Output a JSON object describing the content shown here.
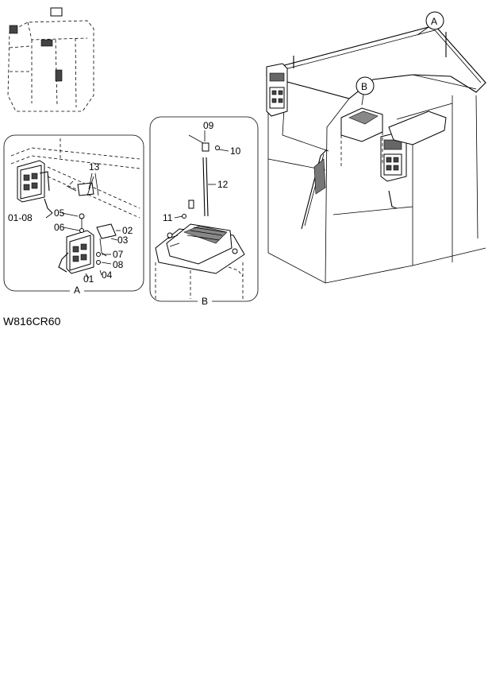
{
  "drawing_code": "W816CR60",
  "callouts": {
    "a": "A",
    "b": "B"
  },
  "panel_a": {
    "title": "A",
    "parts": [
      "13",
      "01-08",
      "05",
      "06",
      "02",
      "03",
      "07",
      "08",
      "04",
      "01"
    ]
  },
  "panel_b": {
    "title": "B",
    "parts": [
      "09",
      "10",
      "12",
      "11"
    ]
  }
}
